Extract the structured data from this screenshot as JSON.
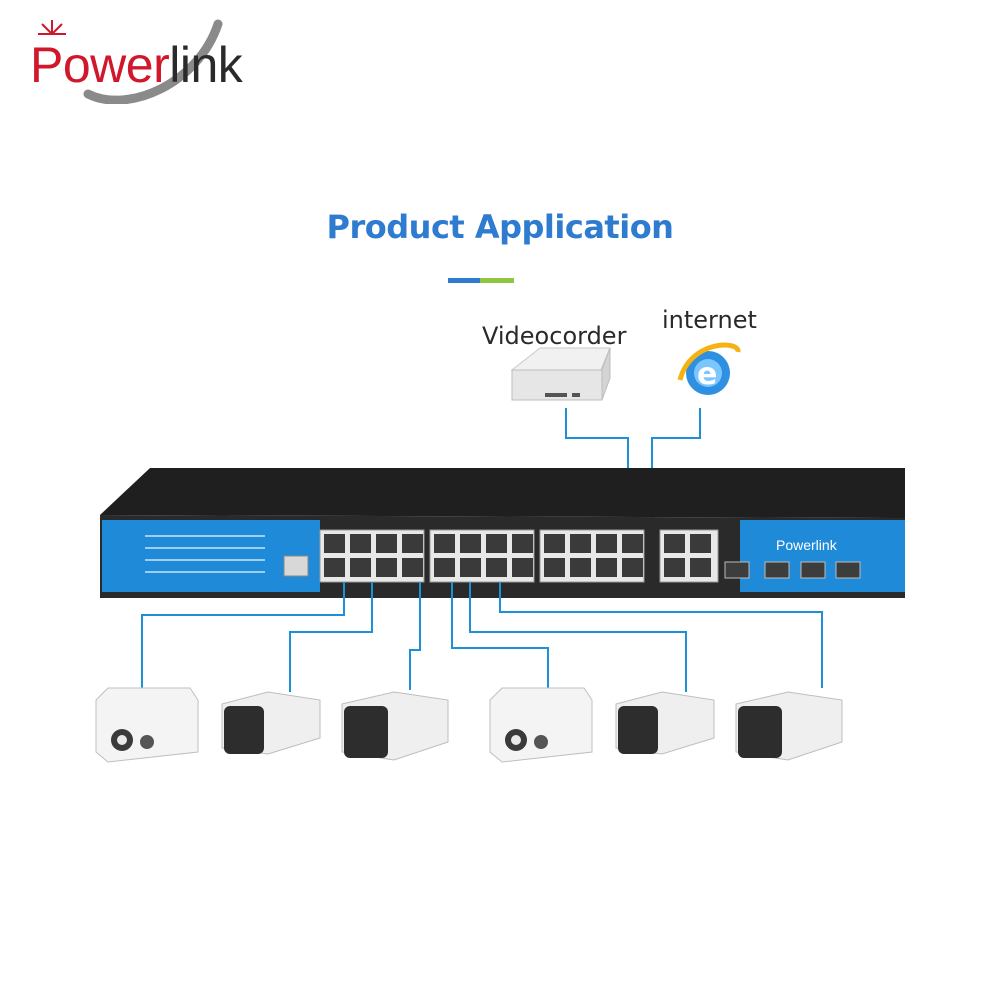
{
  "logo": {
    "power_text": "Power",
    "link_text": "link",
    "brand_color": "#d0172b"
  },
  "title": "Product Application",
  "labels": {
    "videocorder": "Videocorder",
    "internet": "internet"
  },
  "switch": {
    "brand_text": "Powerlink",
    "body_color": "#2a2a2a",
    "panel_color": "#1f8ad8"
  },
  "colors": {
    "connector_line": "#1e90d6",
    "title": "#2f7bd0",
    "accent_green": "#8fc63f"
  },
  "cameras": [
    {
      "type": "dual-ir-bullet"
    },
    {
      "type": "bullet"
    },
    {
      "type": "bullet"
    },
    {
      "type": "dual-ir-bullet"
    },
    {
      "type": "bullet"
    },
    {
      "type": "bullet"
    }
  ]
}
